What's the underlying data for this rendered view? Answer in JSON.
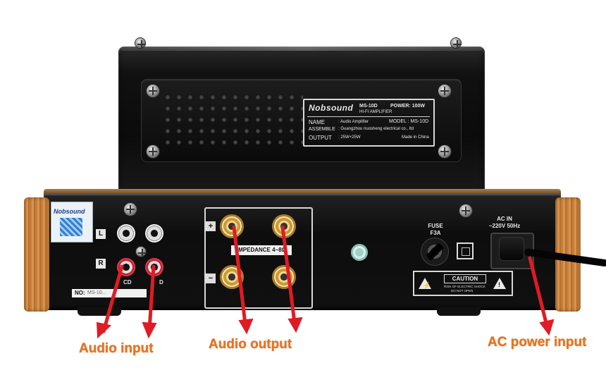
{
  "nameplate": {
    "brand": "Nobsound",
    "model_short": "MS-10D",
    "power": "POWER: 100W",
    "subtitle": "HI-FI AMPLIFIER",
    "name_label": "NAME",
    "name_value": ": Audio Amplifier",
    "model_label": "MODEL : MS-10D",
    "assemble_label": "ASSEMBLE",
    "assemble_value": ": Guangzhou nuosheng electrical co., ltd",
    "output_label": "OUTPUT",
    "output_value": ": 25W+25W",
    "origin": "Made in China"
  },
  "sticker": {
    "brand": "Nobsound"
  },
  "inputs": {
    "left_label": "L",
    "right_label": "R",
    "cd_label": "CD",
    "dvd_label": "D"
  },
  "serial": {
    "label": "NO:",
    "value": "MS-10..."
  },
  "terminals": {
    "plus": "+",
    "minus": "−",
    "impedance": "IMPEDANCE 4~8Ω"
  },
  "fuse": {
    "label": "FUSE",
    "rating": "F3A"
  },
  "ac": {
    "label": "AC IN",
    "rating": "~220V 50Hz"
  },
  "caution": {
    "title": "CAUTION",
    "line1": "RISK OF ELECTRIC SHOCK",
    "line2": "DO NOT OPEN"
  },
  "annotations": {
    "audio_input": "Audio input",
    "audio_output": "Audio output",
    "ac_power_input": "AC power input",
    "color": "#e8731e",
    "arrow_color": "#e01b24"
  }
}
